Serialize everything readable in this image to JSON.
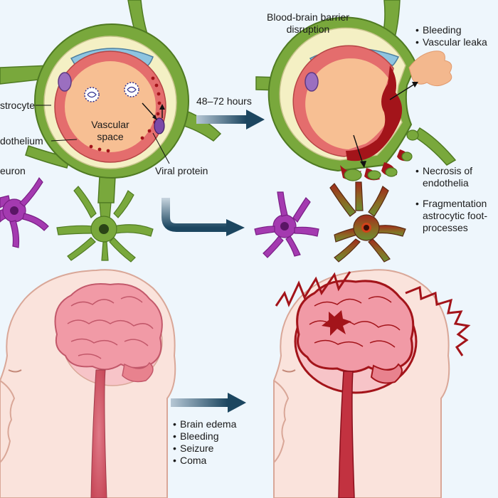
{
  "labels": {
    "astrocyte": "strocyte",
    "endothelium": "dothelium",
    "neuron": "euron",
    "vascular_space_line1": "Vascular",
    "vascular_space_line2": "space",
    "viral_protein": "Viral protein",
    "time": "48–72 hours",
    "bbb_line1": "Blood-brain barrier",
    "bbb_line2": "disruption"
  },
  "effects_top": [
    "Bleeding",
    "Vascular leaka"
  ],
  "effects_bottom_1": [
    "Necrosis of",
    "endothelia"
  ],
  "effects_bottom_2": [
    "Fragmentation",
    "astrocytic foot-",
    "processes"
  ],
  "outcomes": [
    "Brain edema",
    "Bleeding",
    "Seizure",
    "Coma"
  ],
  "colors": {
    "background": "#eef6fc",
    "astrocyte_green": "#79a83c",
    "lumen_peach": "#f7bf93",
    "endothelium_red": "#e46d6d",
    "basement_cream": "#f4f0c4",
    "neuron_purple": "#a43ab0",
    "arrow_navy": "#1c4660",
    "brain_pink": "#f19aa6",
    "lesion_dark_red": "#a3141a",
    "skin": "#fae3dc"
  }
}
